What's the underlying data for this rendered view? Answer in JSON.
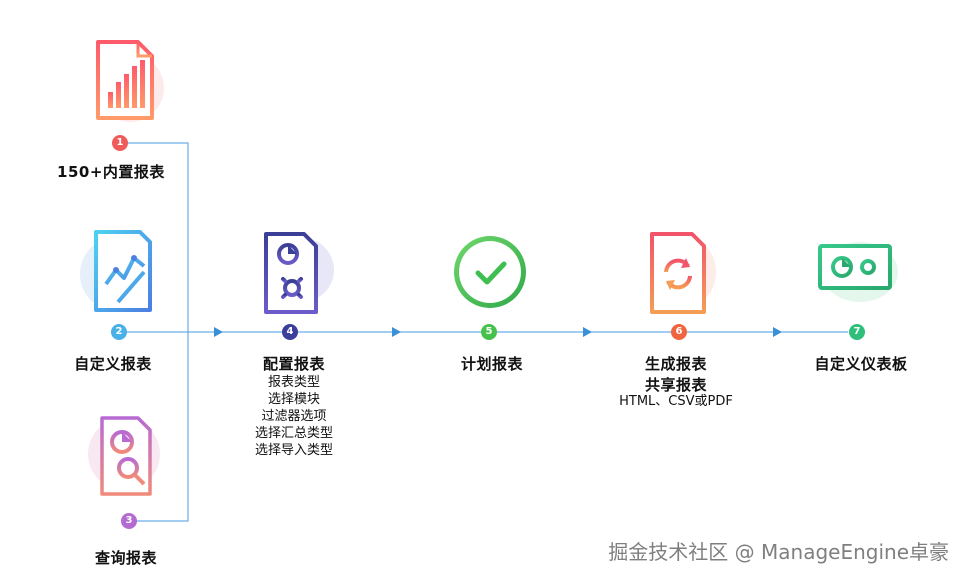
{
  "steps": [
    {
      "num": "1",
      "label": "150+内置报表",
      "color": "#ef5a5a",
      "icon": "bar-report-icon"
    },
    {
      "num": "2",
      "label": "自定义报表",
      "color": "#4ab0e8",
      "icon": "line-report-icon"
    },
    {
      "num": "3",
      "label": "查询报表",
      "color": "#b46bd1",
      "icon": "search-report-icon"
    },
    {
      "num": "4",
      "label": "配置报表",
      "color": "#3b3f9a",
      "icon": "config-report-icon",
      "details": [
        "报表类型",
        "选择模块",
        "过滤器选项",
        "选择汇总类型",
        "选择导入类型"
      ]
    },
    {
      "num": "5",
      "label": "计划报表",
      "color": "#46c24c",
      "icon": "check-circle-icon"
    },
    {
      "num": "6",
      "label": "生成报表",
      "label2": "共享报表",
      "color": "#f0653f",
      "icon": "refresh-report-icon",
      "details": [
        "HTML、CSV或PDF"
      ]
    },
    {
      "num": "7",
      "label": "自定义仪表板",
      "color": "#2fbf7a",
      "icon": "dashboard-icon"
    }
  ],
  "watermark": "掘金技术社区 @ ManageEngine卓豪"
}
